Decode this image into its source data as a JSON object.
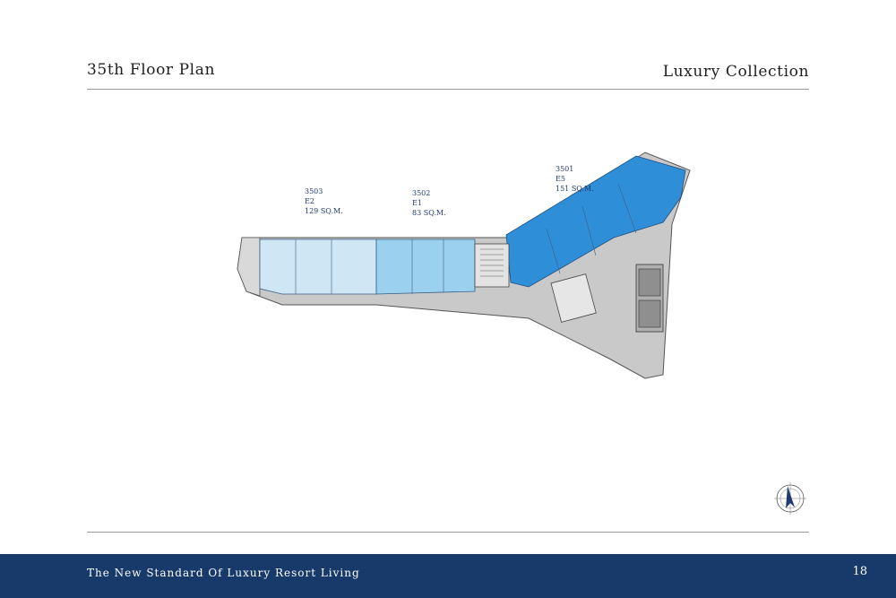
{
  "header": {
    "title": "35th Floor Plan",
    "collection": "Luxury Collection"
  },
  "units": [
    {
      "number": "3503",
      "type": "E2",
      "area": "129 SQ.M."
    },
    {
      "number": "3502",
      "type": "E1",
      "area": "83 SQ.M."
    },
    {
      "number": "3501",
      "type": "E5",
      "area": "151 SQ.M."
    }
  ],
  "colors": {
    "unit_light": "#cfe6f5",
    "unit_medium": "#9cd0ef",
    "unit_dark": "#2e8fd8",
    "core_gray": "#b5b5b5",
    "footer_navy": "#173a6b"
  },
  "icons": {
    "compass": "north-arrow-icon"
  },
  "footer": {
    "tagline": "The New Standard Of Luxury Resort Living",
    "page_number": "18"
  }
}
